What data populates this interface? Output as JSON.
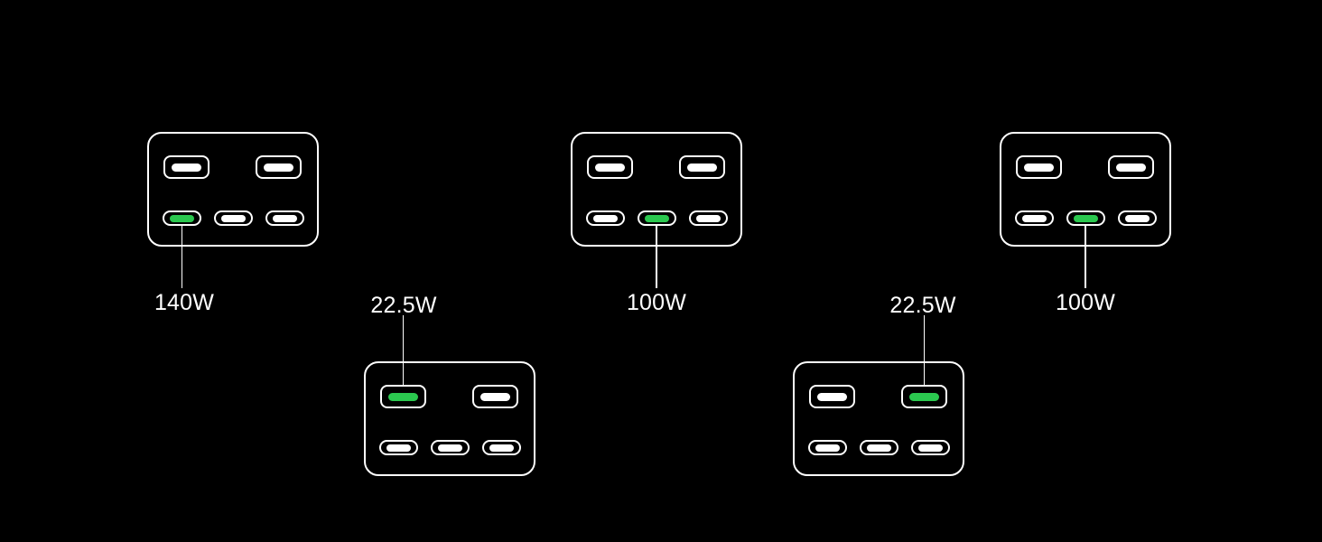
{
  "figure": {
    "description": "Five USB charger port diagrams showing per-port power output; the highlighted (green) port indicates which port delivers the labeled wattage",
    "background": "#000000",
    "colors": {
      "outline": "#ffffff",
      "highlight_green": "#2BC84F",
      "label_text": "#ffffff",
      "callout_line": "#ffffff"
    },
    "chargers": [
      {
        "name": "charger-1",
        "wattage_label": "140W",
        "green_port": "usb-c-1",
        "label_side": "below",
        "ports": [
          "USB-A",
          "USB-A",
          "USB-C",
          "USB-C",
          "USB-C"
        ]
      },
      {
        "name": "charger-2",
        "wattage_label": "100W",
        "green_port": "usb-c-2",
        "label_side": "below",
        "ports": [
          "USB-A",
          "USB-A",
          "USB-C",
          "USB-C",
          "USB-C"
        ]
      },
      {
        "name": "charger-3",
        "wattage_label": "100W",
        "green_port": "usb-c-2",
        "label_side": "below",
        "ports": [
          "USB-A",
          "USB-A",
          "USB-C",
          "USB-C",
          "USB-C"
        ]
      },
      {
        "name": "charger-4",
        "wattage_label": "22.5W",
        "green_port": "usb-a-1",
        "label_side": "above",
        "ports": [
          "USB-A",
          "USB-A",
          "USB-C",
          "USB-C",
          "USB-C"
        ]
      },
      {
        "name": "charger-5",
        "wattage_label": "22.5W",
        "green_port": "usb-a-2",
        "label_side": "above",
        "ports": [
          "USB-A",
          "USB-A",
          "USB-C",
          "USB-C",
          "USB-C"
        ]
      }
    ]
  }
}
